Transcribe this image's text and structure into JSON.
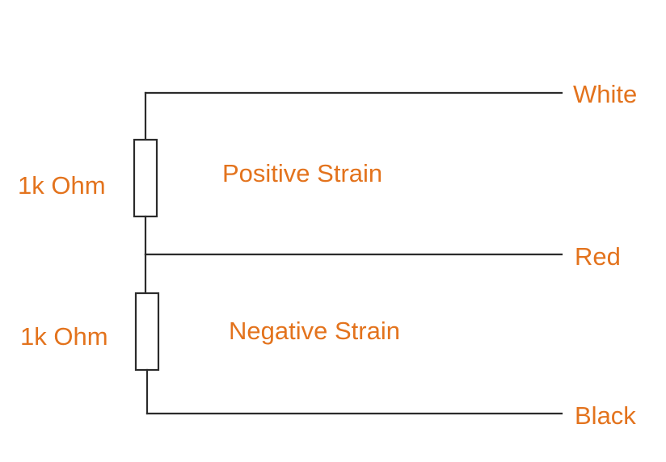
{
  "diagram": {
    "resistor_top_label": "1k Ohm",
    "resistor_bottom_label": "1k Ohm",
    "top_region_label": "Positive Strain",
    "bottom_region_label": "Negative Strain",
    "wire_top_label": "White",
    "wire_middle_label": "Red",
    "wire_bottom_label": "Black"
  },
  "colors": {
    "label": "#e3731d",
    "wire": "#2b2b2b",
    "background": "#ffffff"
  }
}
